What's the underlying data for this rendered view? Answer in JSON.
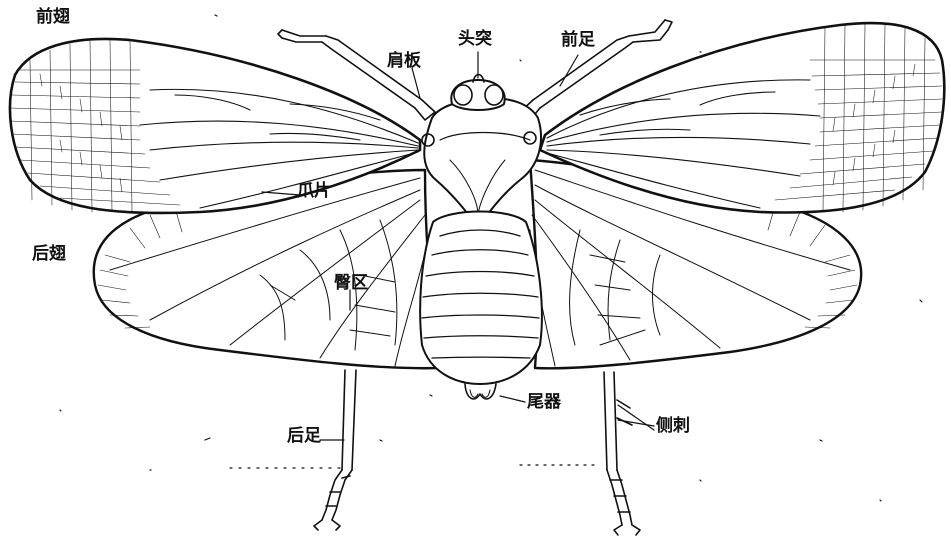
{
  "labels": {
    "forewing": "前翅",
    "hindwing": "后翅",
    "tegula": "肩板",
    "head_process": "头突",
    "foreleg": "前足",
    "clavus": "爪片",
    "anal_area": "臀区",
    "genitalia": "尾器",
    "lateral_spine": "侧刺",
    "hindleg": "后足"
  },
  "colors": {
    "ink": "#111111",
    "background": "#ffffff"
  }
}
